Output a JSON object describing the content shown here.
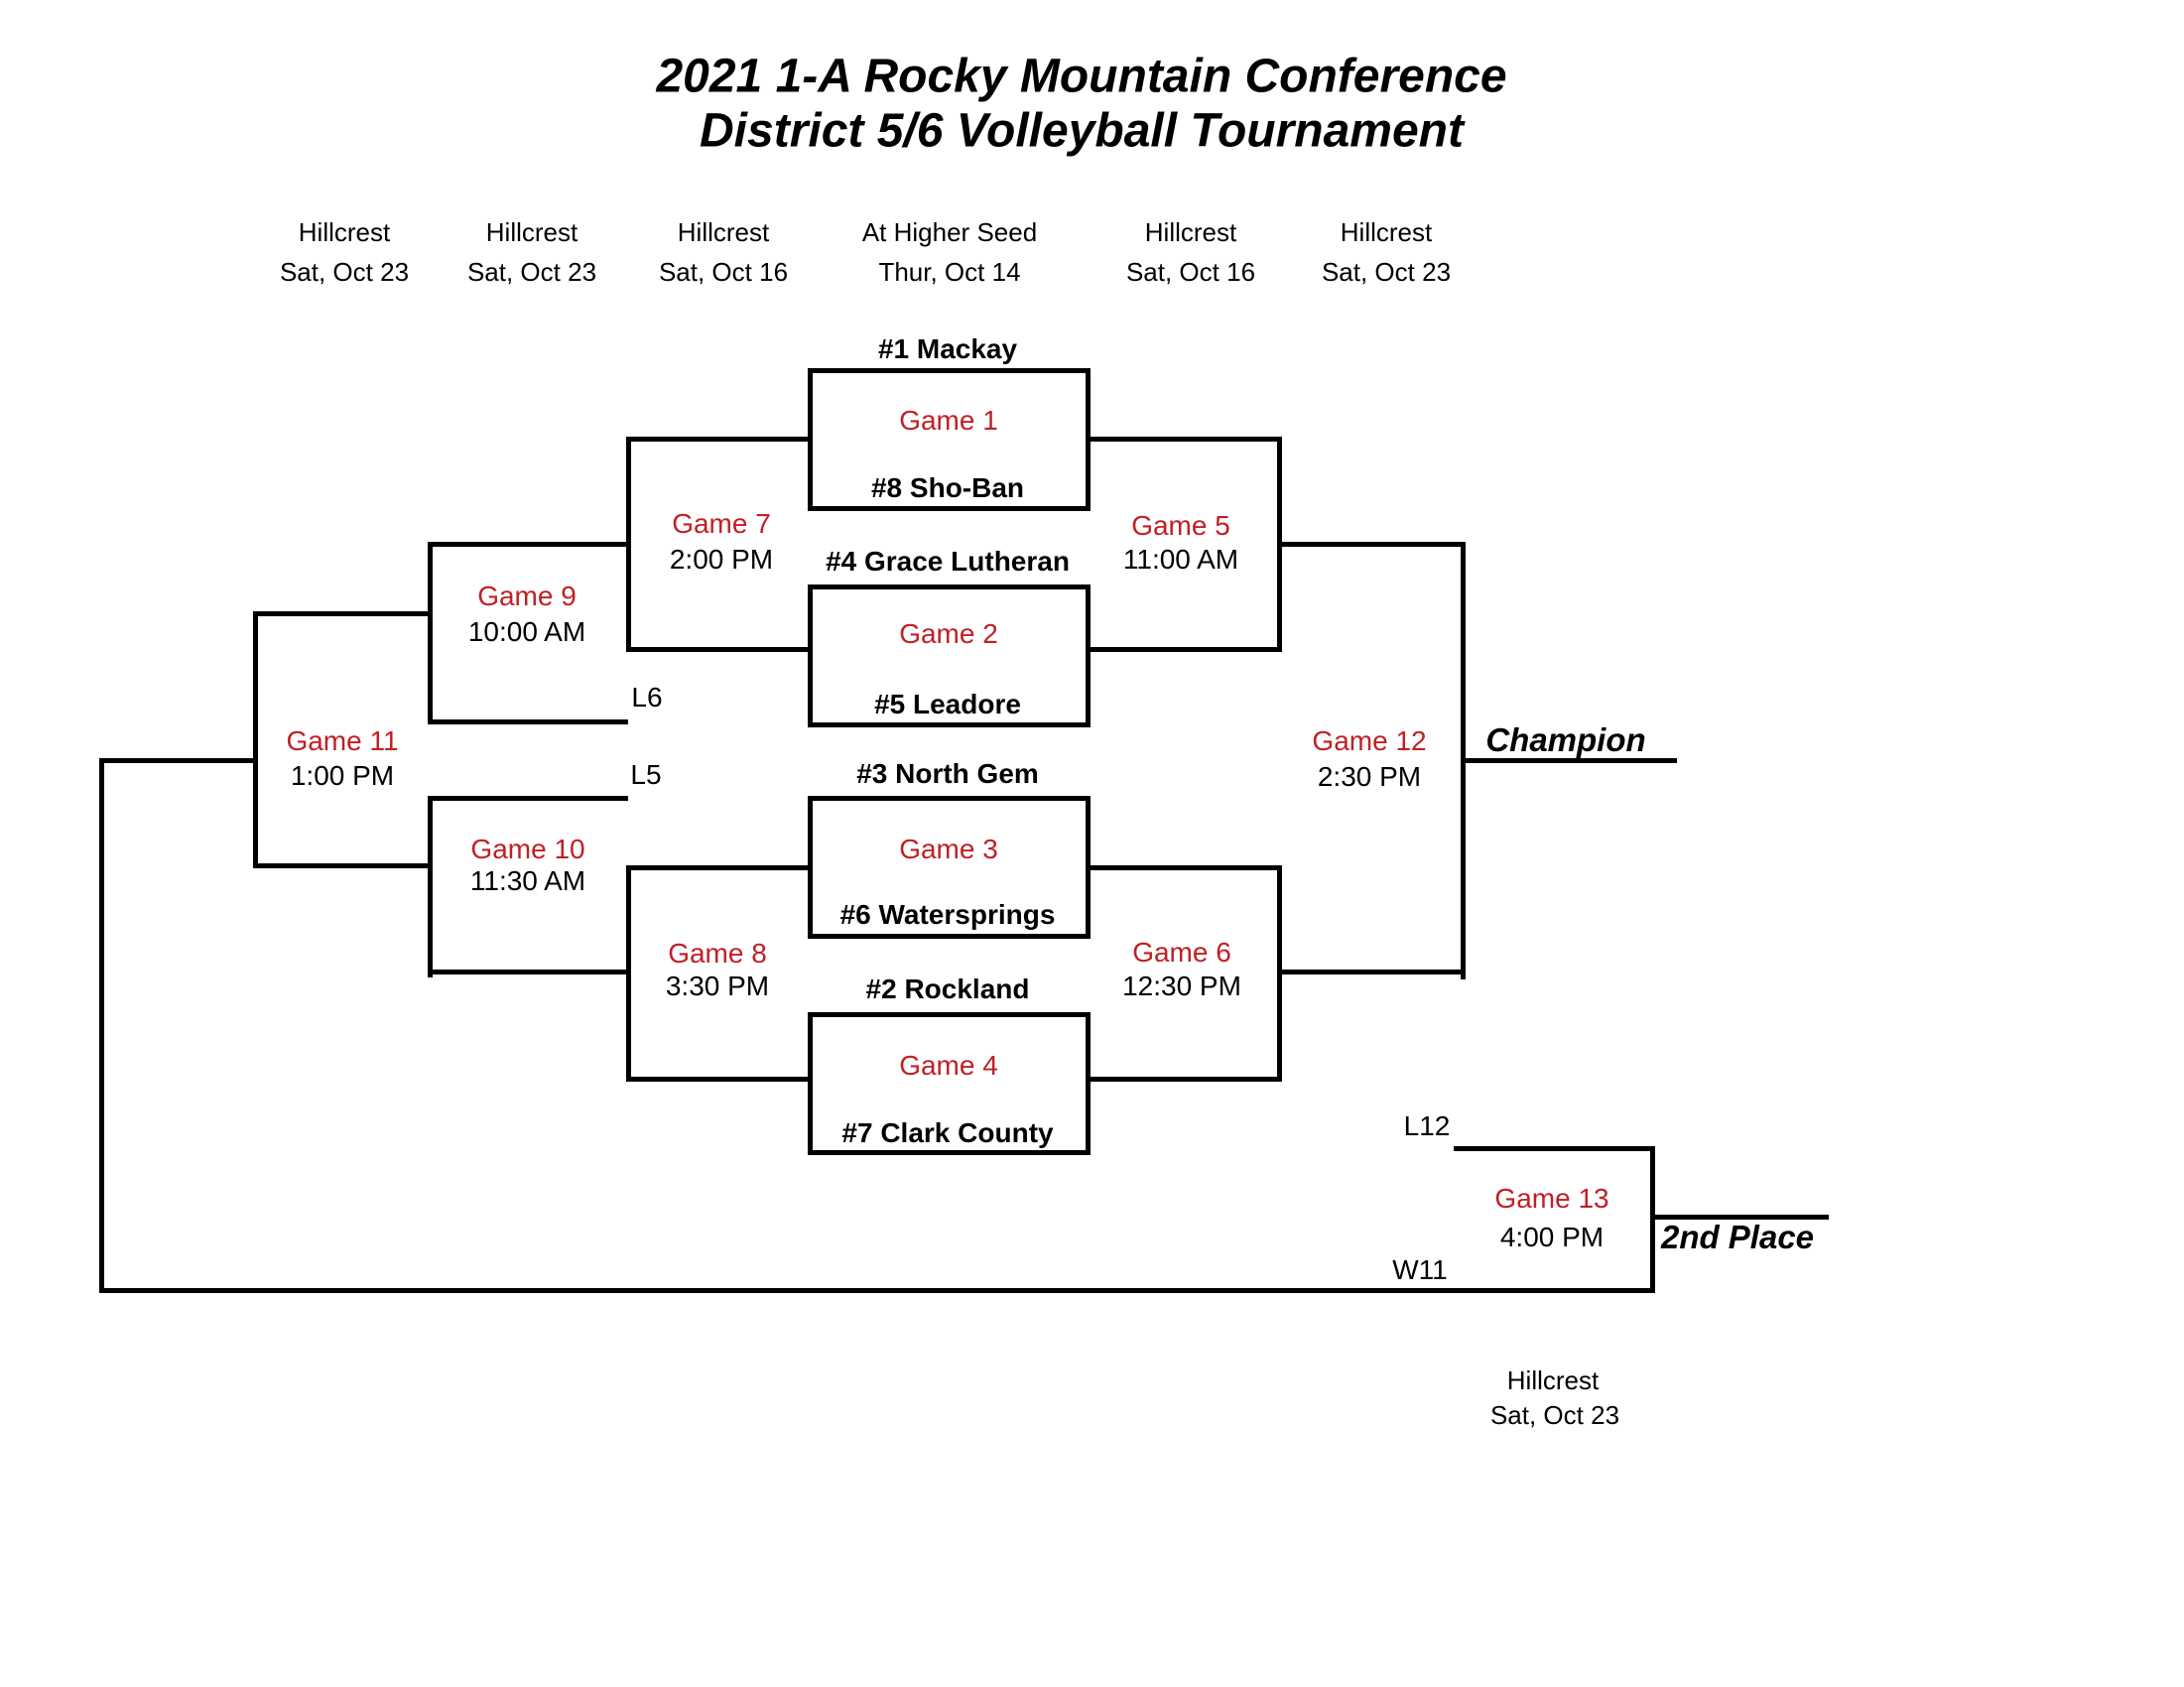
{
  "title": {
    "line1": "2021 1-A Rocky Mountain Conference",
    "line2": "District 5/6 Volleyball Tournament"
  },
  "columns": [
    {
      "venue": "Hillcrest",
      "date": "Sat, Oct 23"
    },
    {
      "venue": "Hillcrest",
      "date": "Sat, Oct 23"
    },
    {
      "venue": "Hillcrest",
      "date": "Sat, Oct 16"
    },
    {
      "venue": "At Higher Seed",
      "date": "Thur, Oct 14"
    },
    {
      "venue": "Hillcrest",
      "date": "Sat, Oct 16"
    },
    {
      "venue": "Hillcrest",
      "date": "Sat, Oct 23"
    }
  ],
  "teams": {
    "seed1": "#1 Mackay",
    "seed8": "#8 Sho-Ban",
    "seed4": "#4 Grace Lutheran",
    "seed5": "#5 Leadore",
    "seed3": "#3 North Gem",
    "seed6": "#6 Watersprings",
    "seed2": "#2 Rockland",
    "seed7": "#7 Clark County"
  },
  "games": {
    "game1": {
      "label": "Game 1"
    },
    "game2": {
      "label": "Game 2"
    },
    "game3": {
      "label": "Game 3"
    },
    "game4": {
      "label": "Game 4"
    },
    "game5": {
      "label": "Game 5",
      "time": "11:00 AM"
    },
    "game6": {
      "label": "Game 6",
      "time": "12:30 PM"
    },
    "game7": {
      "label": "Game 7",
      "time": "2:00 PM"
    },
    "game8": {
      "label": "Game 8",
      "time": "3:30 PM"
    },
    "game9": {
      "label": "Game 9",
      "time": "10:00 AM"
    },
    "game10": {
      "label": "Game 10",
      "time": "11:30 AM"
    },
    "game11": {
      "label": "Game 11",
      "time": "1:00 PM"
    },
    "game12": {
      "label": "Game 12",
      "time": "2:30 PM"
    },
    "game13": {
      "label": "Game 13",
      "time": "4:00 PM"
    }
  },
  "feeders": {
    "l6": "L6",
    "l5": "L5",
    "l12": "L12",
    "w11": "W11"
  },
  "placements": {
    "champion": "Champion",
    "second_place": "2nd Place"
  },
  "footer": {
    "venue": "Hillcrest",
    "date": "Sat, Oct 23"
  },
  "colors": {
    "game_label_red": "#C02025",
    "line_black": "#000000",
    "background": "#FFFFFF"
  }
}
